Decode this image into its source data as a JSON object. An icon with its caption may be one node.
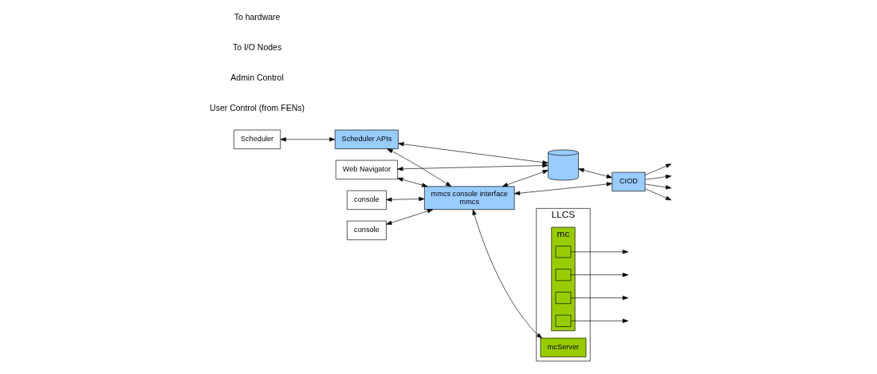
{
  "diagram": {
    "nodes": [
      {
        "text": [
          "Scheduler"
        ]
      },
      {
        "text": [
          "Scheduler APIs"
        ]
      },
      {
        "text": [],
        "shape": "cylinder"
      },
      {
        "text": [
          "Web Navigator"
        ]
      },
      {
        "text": [
          "mmcs console interface",
          "mmcs"
        ]
      },
      {
        "text": [
          "CIOD"
        ]
      },
      {
        "text": [
          "LLCS"
        ]
      },
      {
        "text": [
          "mcServer"
        ],
        "in": 6
      },
      {
        "text": [
          "mc"
        ],
        "in": 6
      },
      {
        "text": [],
        "shape": "box",
        "in": 8
      },
      {
        "text": [],
        "shape": "box",
        "in": 8
      },
      {
        "text": [],
        "shape": "box",
        "in": 8
      },
      {
        "text": [],
        "shape": "box",
        "in": 8
      },
      {
        "text": [
          "console"
        ]
      },
      {
        "text": [
          "console"
        ]
      }
    ],
    "edges": [
      {
        "from": 0,
        "to": 1,
        "arrow": "both"
      },
      {
        "from": 1,
        "to": 2,
        "arrow": "both"
      },
      {
        "from": 1,
        "to": 4,
        "arrow": "both"
      },
      {
        "from": 3,
        "to": 2,
        "arrow": "both"
      },
      {
        "from": 3,
        "to": 4,
        "arrow": "both"
      },
      {
        "from": 4,
        "to": 2,
        "arrow": "both"
      },
      {
        "from": 2,
        "to": 5,
        "arrow": "both"
      },
      {
        "from": 5,
        "to": null,
        "arrow": "to"
      },
      {
        "from": 5,
        "to": null,
        "arrow": "to"
      },
      {
        "from": 5,
        "to": null,
        "arrow": "to"
      },
      {
        "from": 5,
        "to": null,
        "arrow": "to"
      },
      {
        "from": 4,
        "to": 5,
        "arrow": "both"
      },
      {
        "from": 4,
        "to": 7,
        "arrow": "both"
      },
      {
        "from": 13,
        "to": 4,
        "arrow": "both"
      },
      {
        "from": 14,
        "to": 4,
        "arrow": "both"
      },
      {
        "from": 9,
        "to": null,
        "arrow": "to"
      },
      {
        "from": 10,
        "to": null,
        "arrow": "to"
      },
      {
        "from": 11,
        "to": null,
        "arrow": "to"
      },
      {
        "from": 12,
        "to": null,
        "arrow": "to"
      }
    ],
    "labels": [
      "User Control (from FENs)",
      "Admin Control",
      "To I/O Nodes",
      "To hardware"
    ]
  }
}
